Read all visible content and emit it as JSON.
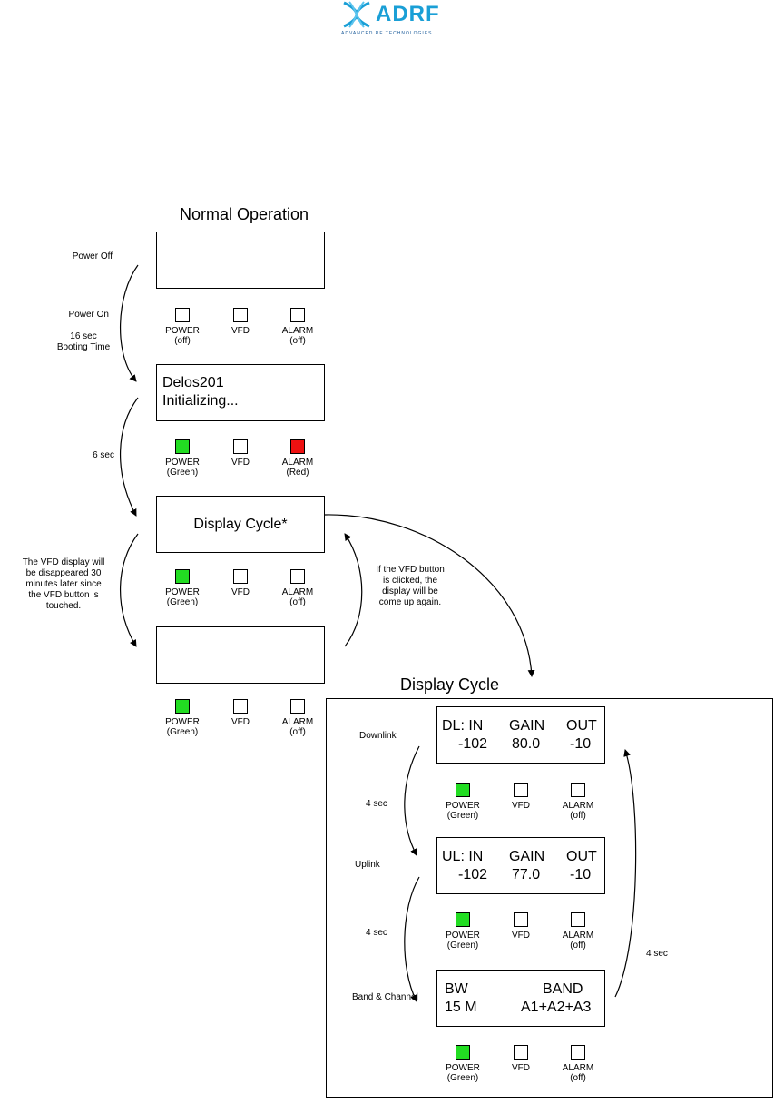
{
  "logo": {
    "brand": "ADRF",
    "tagline": "ADVANCED RF TECHNOLOGIES",
    "colors": {
      "primary": "#1a9fd6",
      "secondary": "#1a5a99"
    }
  },
  "normal_operation": {
    "title": "Normal Operation",
    "notes": {
      "power_off": "Power Off",
      "power_on": "Power On",
      "boot_1": "16 sec",
      "boot_2": "Booting Time",
      "six_sec": "6 sec",
      "vfd_off_1": "The VFD display will",
      "vfd_off_2": "be disappeared 30",
      "vfd_off_3": "minutes later since",
      "vfd_off_4": "the VFD button is",
      "vfd_off_5": "touched.",
      "vfd_on_1": "If the VFD button",
      "vfd_on_2": "is clicked,  the",
      "vfd_on_3": "display will be",
      "vfd_on_4": "come up again."
    },
    "displays": {
      "d2_line1": "Delos201",
      "d2_line2": "Initializing...",
      "d3_line1": "Display Cycle*"
    },
    "leds": {
      "s1": {
        "power": "POWER",
        "power_state": "(off)",
        "vfd": "VFD",
        "alarm": "ALARM",
        "alarm_state": "(off)"
      },
      "s2": {
        "power": "POWER",
        "power_state": "(Green)",
        "vfd": "VFD",
        "alarm": "ALARM",
        "alarm_state": "(Red)"
      },
      "s3": {
        "power": "POWER",
        "power_state": "(Green)",
        "vfd": "VFD",
        "alarm": "ALARM",
        "alarm_state": "(off)"
      },
      "s4": {
        "power": "POWER",
        "power_state": "(Green)",
        "vfd": "VFD",
        "alarm": "ALARM",
        "alarm_state": "(off)"
      }
    }
  },
  "display_cycle": {
    "title": "Display Cycle",
    "notes": {
      "downlink": "Downlink",
      "uplink": "Uplink",
      "band_channel": "Band & Channel",
      "four_sec_a": "4 sec",
      "four_sec_b": "4 sec",
      "four_sec_c": "4 sec"
    },
    "dl": {
      "c1": "DL: IN",
      "c2": "GAIN",
      "c3": "OUT",
      "v1": "-102",
      "v2": "80.0",
      "v3": "-10"
    },
    "ul": {
      "c1": "UL: IN",
      "c2": "GAIN",
      "c3": "OUT",
      "v1": "-102",
      "v2": "77.0",
      "v3": "-10"
    },
    "band": {
      "c1": "BW",
      "c2": "BAND",
      "v1": "15 M",
      "v2": "A1+A2+A3"
    },
    "leds": {
      "s1": {
        "power": "POWER",
        "power_state": "(Green)",
        "vfd": "VFD",
        "alarm": "ALARM",
        "alarm_state": "(off)"
      },
      "s2": {
        "power": "POWER",
        "power_state": "(Green)",
        "vfd": "VFD",
        "alarm": "ALARM",
        "alarm_state": "(off)"
      },
      "s3": {
        "power": "POWER",
        "power_state": "(Green)",
        "vfd": "VFD",
        "alarm": "ALARM",
        "alarm_state": "(off)"
      }
    }
  },
  "led_colors": {
    "green": "#22dd22",
    "red": "#ee1111",
    "off": "#ffffff"
  }
}
